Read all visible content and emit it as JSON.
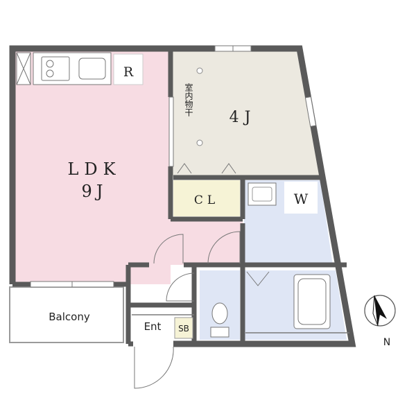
{
  "rooms": {
    "ldk": {
      "name": "LDK",
      "size": "9J"
    },
    "bedroom": {
      "size": "4J",
      "drying_note": "室内物干"
    },
    "closet": {
      "label": "CL"
    },
    "washer": {
      "label": "W"
    },
    "fridge": {
      "label": "R"
    },
    "balcony": {
      "label": "Balcony"
    },
    "entrance": {
      "label": "Ent"
    },
    "shoe_box": {
      "label": "SB"
    }
  },
  "compass": {
    "label": "N"
  },
  "colors": {
    "wall": "#5a5a5a",
    "ldk_fill": "#f7dce3",
    "bedroom_fill": "#ece9e0",
    "closet_fill": "#f6f3d6",
    "water_fill": "#dfe6f5"
  }
}
